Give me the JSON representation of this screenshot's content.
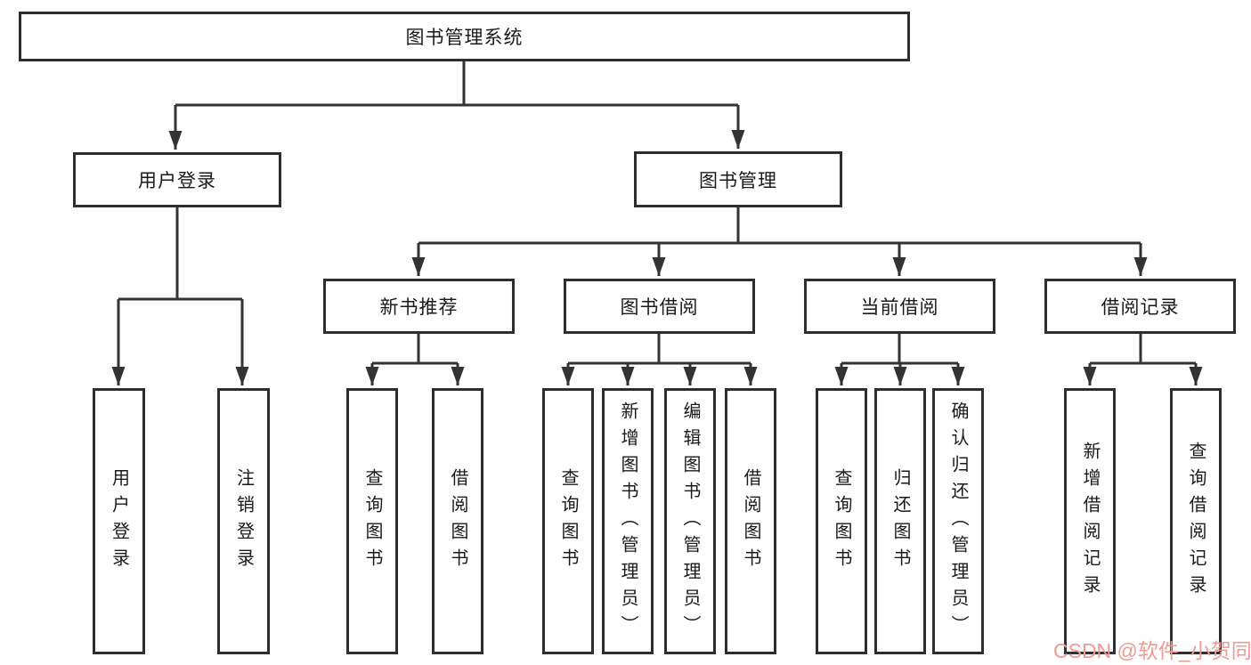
{
  "tree": {
    "root": {
      "label": "图书管理系统"
    },
    "branches": [
      {
        "label": "用户登录",
        "children": [
          {
            "label": "用户登录"
          },
          {
            "label": "注销登录"
          }
        ]
      },
      {
        "label": "图书管理",
        "children": [
          {
            "label": "新书推荐",
            "children": [
              {
                "label": "查询图书"
              },
              {
                "label": "借阅图书"
              }
            ]
          },
          {
            "label": "图书借阅",
            "children": [
              {
                "label": "查询图书"
              },
              {
                "label": "新增图书（管理员）"
              },
              {
                "label": "编辑图书（管理员）"
              },
              {
                "label": "借阅图书"
              }
            ]
          },
          {
            "label": "当前借阅",
            "children": [
              {
                "label": "查询图书"
              },
              {
                "label": "归还图书"
              },
              {
                "label": "确认归还（管理员）"
              }
            ]
          },
          {
            "label": "借阅记录",
            "children": [
              {
                "label": "新增借阅记录"
              },
              {
                "label": "查询借阅记录"
              }
            ]
          }
        ]
      }
    ]
  },
  "watermark": {
    "text": "CSDN @软件_小贺同学",
    "color": "#f29a92"
  },
  "colors": {
    "line": "#333333",
    "box_border": "#2e2e2e",
    "text": "#1a1a1a",
    "background": "#ffffff"
  }
}
